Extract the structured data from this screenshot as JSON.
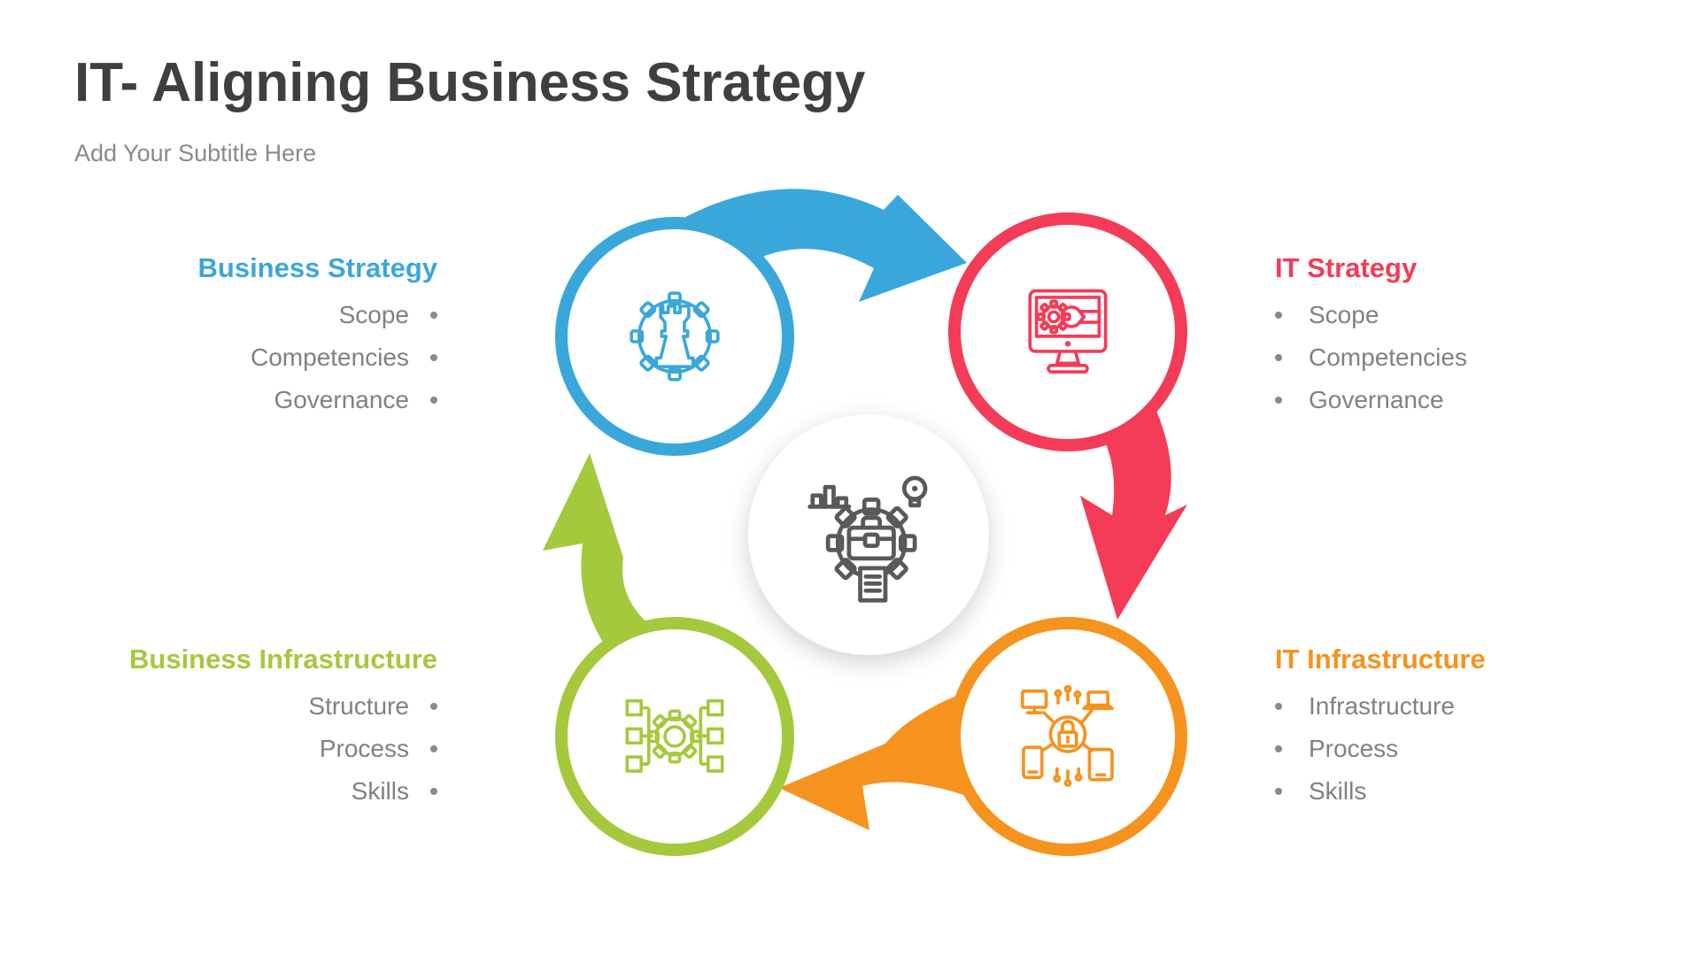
{
  "slide": {
    "title": "IT- Aligning Business Strategy",
    "subtitle": "Add Your Subtitle Here"
  },
  "colors": {
    "blue": "#3AA7DB",
    "red": "#F43B57",
    "green": "#A5C93C",
    "orange": "#F6921E",
    "center_icon_gray": "#58595B",
    "body_text_gray": "#818181",
    "title_gray": "#3F3F3F"
  },
  "quadrants": [
    {
      "id": "business-strategy",
      "position": "top-left",
      "label": "Business Strategy",
      "color": "#3AA7DB",
      "icon": "chess-rook-gear-icon",
      "items": [
        "Scope",
        "Competencies",
        "Governance"
      ]
    },
    {
      "id": "it-strategy",
      "position": "top-right",
      "label": "IT Strategy",
      "color": "#F43B57",
      "icon": "monitor-gear-wrench-icon",
      "items": [
        "Scope",
        "Competencies",
        "Governance"
      ]
    },
    {
      "id": "business-infrastructure",
      "position": "bottom-left",
      "label": "Business Infrastructure",
      "color": "#A5C93C",
      "icon": "gear-org-structure-icon",
      "items": [
        "Structure",
        "Process",
        "Skills"
      ]
    },
    {
      "id": "it-infrastructure",
      "position": "bottom-right",
      "label": "IT Infrastructure",
      "color": "#F6921E",
      "icon": "connected-devices-lock-icon",
      "items": [
        "Infrastructure",
        "Process",
        "Skills"
      ]
    }
  ],
  "center": {
    "icon": "gear-briefcase-analytics-icon"
  }
}
